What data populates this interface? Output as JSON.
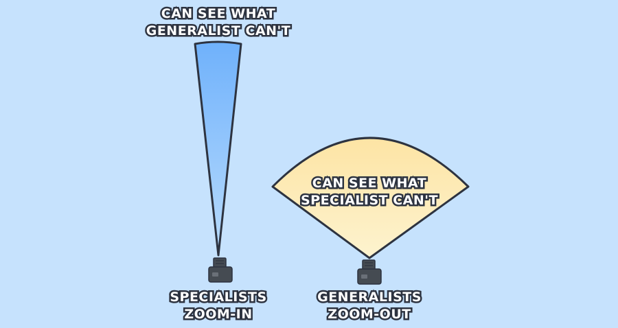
{
  "specialist_top_caption": {
    "line1": "CAN SEE WHAT",
    "line2": "GENERALIST CAN'T"
  },
  "generalist_fan_caption": {
    "line1": "CAN SEE WHAT",
    "line2": "SPECIALIST CAN'T"
  },
  "specialist_label": {
    "line1": "SPECIALISTS",
    "line2": "ZOOM-IN"
  },
  "generalist_label": {
    "line1": "GENERALISTS",
    "line2": "ZOOM-OUT"
  },
  "colors": {
    "background": "#c6e2fd",
    "narrow_beam": "#74b6fb",
    "wide_fan": "#fde7ab",
    "outline": "#2d3340",
    "camera": "#454b52",
    "text_fill": "#ffffff"
  },
  "icons": [
    "camera-icon",
    "camera-icon"
  ]
}
